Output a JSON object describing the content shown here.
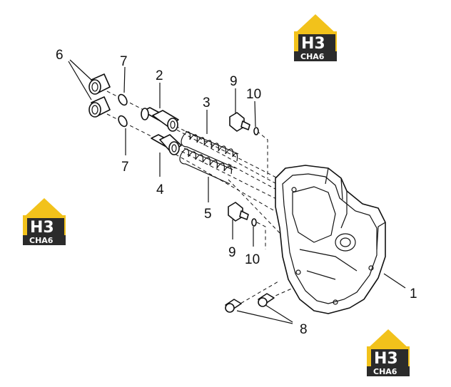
{
  "diagram": {
    "callouts": [
      {
        "id": "c6",
        "text": "6"
      },
      {
        "id": "c7a",
        "text": "7"
      },
      {
        "id": "c2",
        "text": "2"
      },
      {
        "id": "c3",
        "text": "3"
      },
      {
        "id": "c9a",
        "text": "9"
      },
      {
        "id": "c10a",
        "text": "10"
      },
      {
        "id": "c7b",
        "text": "7"
      },
      {
        "id": "c4",
        "text": "4"
      },
      {
        "id": "c5",
        "text": "5"
      },
      {
        "id": "c9b",
        "text": "9"
      },
      {
        "id": "c10b",
        "text": "10"
      },
      {
        "id": "c1",
        "text": "1"
      },
      {
        "id": "c8",
        "text": "8"
      }
    ]
  },
  "logo": {
    "letters": "H3",
    "caption": "CHA6",
    "colors": {
      "accent": "#f2c21b",
      "dark": "#2b2b2b",
      "white": "#ffffff"
    }
  }
}
